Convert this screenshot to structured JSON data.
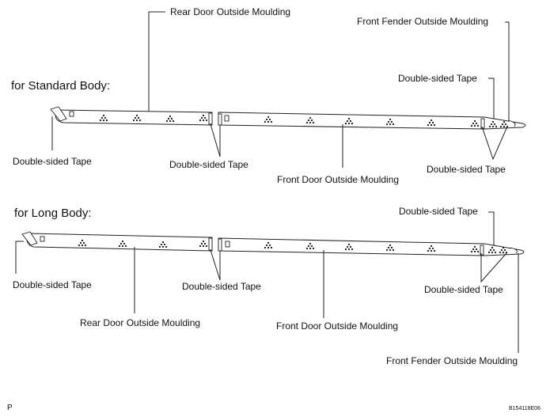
{
  "standard": {
    "heading": "for Standard Body:",
    "rear_door_label": "Rear Door Outside Moulding",
    "front_fender_label": "Front Fender Outside Moulding",
    "tape_right_top": "Double-sided Tape",
    "tape_left": "Double-sided Tape",
    "tape_center": "Double-sided Tape",
    "front_door_label": "Front Door Outside Moulding",
    "tape_right_bottom": "Double-sided Tape"
  },
  "long": {
    "heading": "for Long Body:",
    "tape_right_top": "Double-sided Tape",
    "tape_left": "Double-sided Tape",
    "tape_center": "Double-sided Tape",
    "tape_right_bottom": "Double-sided Tape",
    "rear_door_label": "Rear Door Outside Moulding",
    "front_door_label": "Front Door Outside Moulding",
    "front_fender_label": "Front Fender Outside Moulding"
  },
  "footer": {
    "left_mark": "P",
    "figure_code": "B154118E06"
  }
}
